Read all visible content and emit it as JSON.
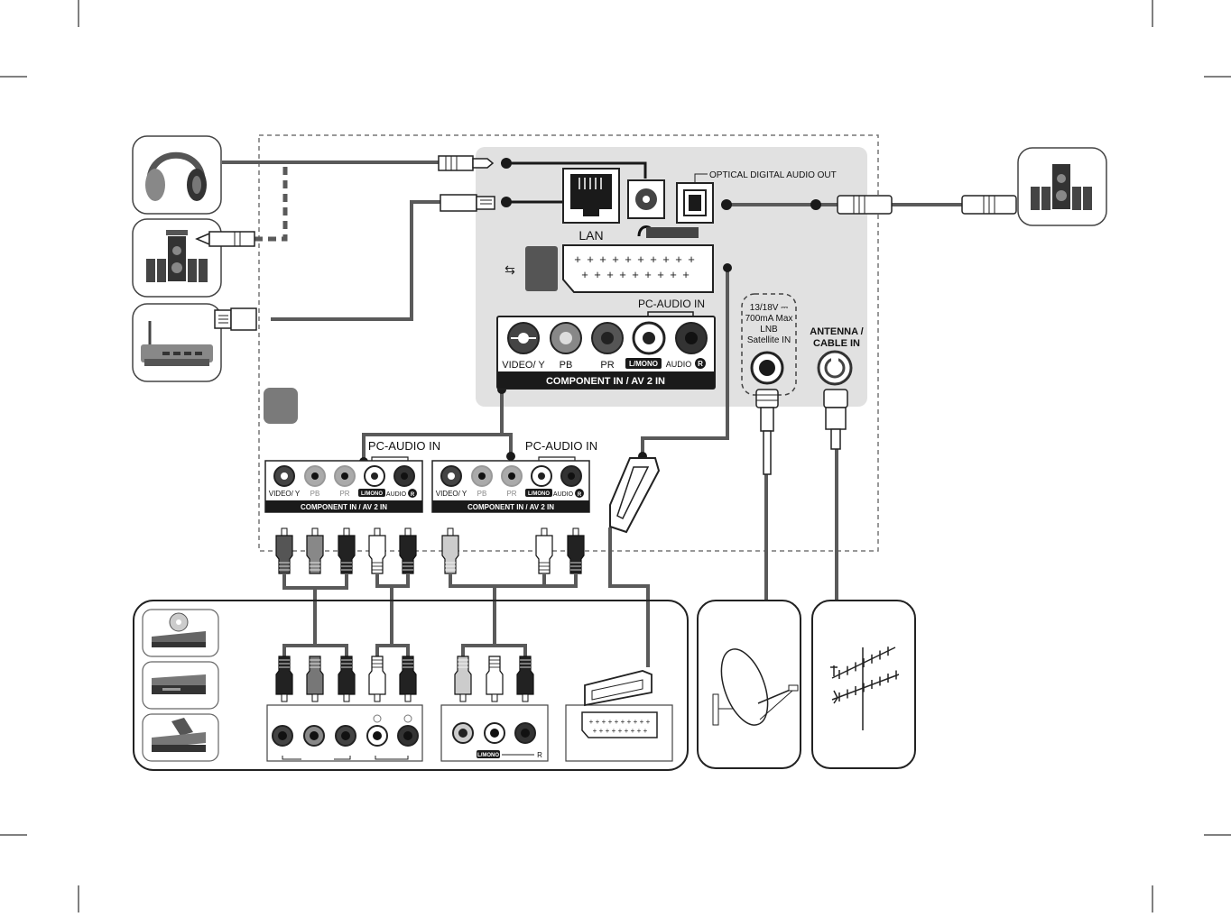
{
  "panel": {
    "lan": "LAN",
    "optical_out": "OPTICAL DIGITAL AUDIO OUT",
    "pc_audio_in": "PC-AUDIO IN",
    "component_ports": {
      "video_y": "VIDEO/ Y",
      "pb": "PB",
      "pr": "PR",
      "l_mono": "L/MONO",
      "audio": "AUDIO",
      "r": "R"
    },
    "component_bar": "COMPONENT IN / AV 2 IN",
    "lnb_lines": [
      "13/18V ⎓",
      "700mA Max",
      "LNB",
      "Satellite IN"
    ],
    "antenna_lines": [
      "ANTENNA /",
      "CABLE IN"
    ]
  },
  "sub_panels": [
    {
      "pc_audio_in": "PC-AUDIO IN",
      "ports": [
        "VIDEO/ Y",
        "PB",
        "PR",
        "L/MONO",
        "AUDIO",
        "R"
      ],
      "bar": "COMPONENT IN / AV 2 IN"
    },
    {
      "pc_audio_in": "PC-AUDIO IN",
      "ports": [
        "VIDEO/ Y",
        "PB",
        "PR",
        "L/MONO",
        "AUDIO",
        "R"
      ],
      "bar": "COMPONENT IN / AV 2 IN"
    }
  ],
  "av_source": {
    "l_mono": "L/MONO",
    "r": "R"
  },
  "icons": {
    "headphones": "headphones-icon",
    "speakers": "home-theater-speakers-icon",
    "router": "router-icon",
    "dvd": "dvd-player-icon",
    "vcr": "vcr-icon",
    "settop": "set-top-box-icon",
    "dish": "satellite-dish-icon",
    "antenna": "tv-antenna-icon"
  },
  "colors": {
    "panel_bg": "#e1e1e1",
    "cable": "#5a5a5a",
    "dark": "#1a1a1a",
    "gray_connector": "#6e6e6e"
  }
}
